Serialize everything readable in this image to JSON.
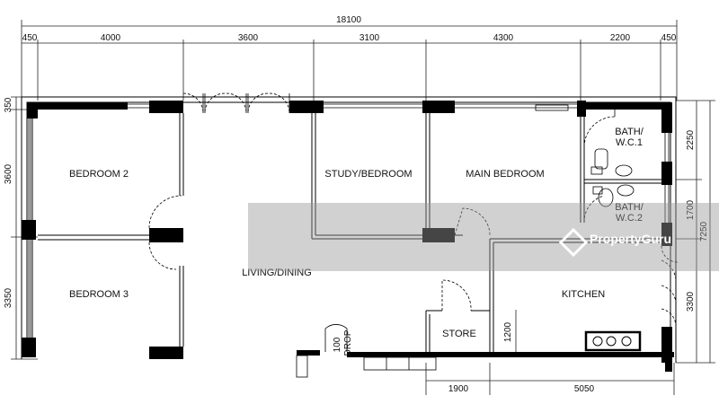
{
  "dimensions": {
    "total_width": "18100",
    "top": [
      "450",
      "4000",
      "3600",
      "3100",
      "4300",
      "2200",
      "450"
    ],
    "left": [
      "350",
      "3600",
      "3350"
    ],
    "right": [
      "2250",
      "1700",
      "3300"
    ],
    "right_total": "7250",
    "bottom": [
      "1900",
      "5050"
    ],
    "store_depth": "1200"
  },
  "rooms": {
    "bedroom2": "BEDROOM 2",
    "bedroom3": "BEDROOM 3",
    "study": "STUDY/BEDROOM",
    "main": "MAIN BEDROOM",
    "living": "LIVING/DINING",
    "kitchen": "KITCHEN",
    "store": "STORE",
    "bath1_line1": "BATH/",
    "bath1_line2": "W.C.1",
    "bath2_line1": "BATH/",
    "bath2_line2": "W.C.2",
    "drop_line1": "100",
    "drop_line2": "DROP"
  },
  "watermark": "PropertyGuru",
  "colors": {
    "wall": "#000000",
    "line": "#222222",
    "watermark_band": "#b0b0b0"
  }
}
